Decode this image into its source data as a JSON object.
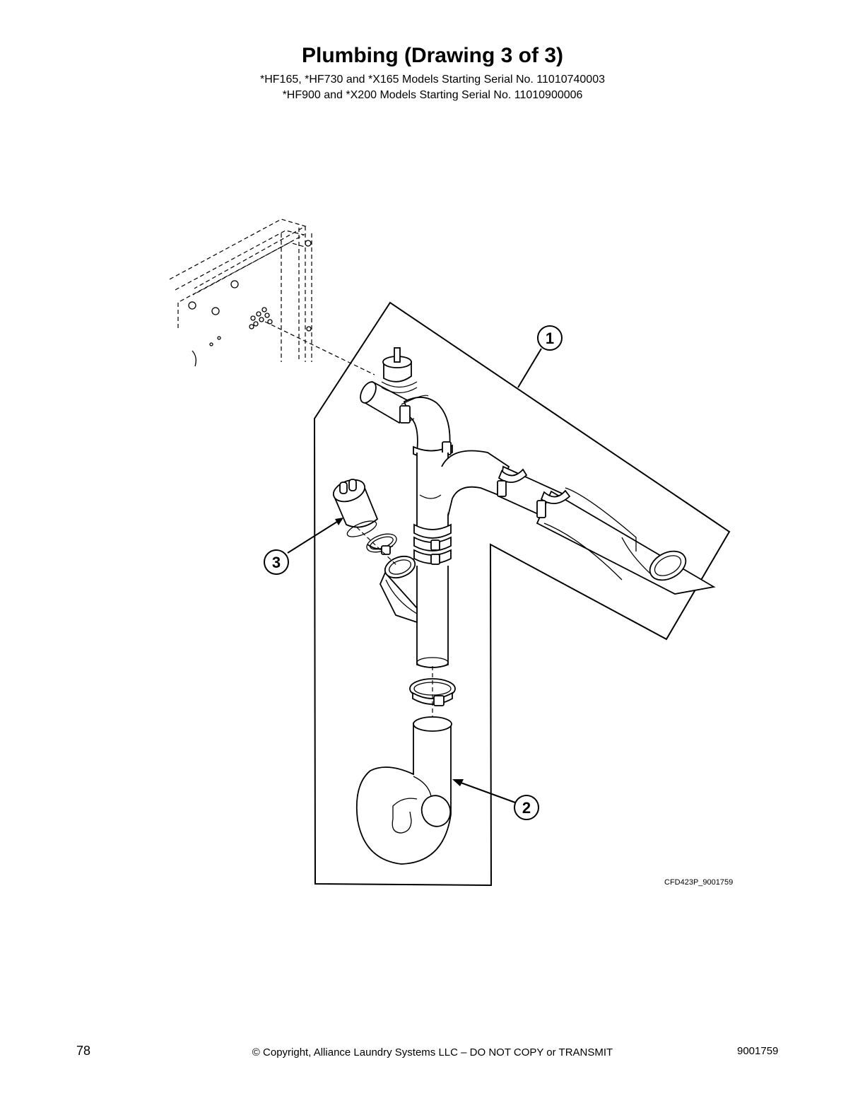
{
  "header": {
    "title": "Plumbing (Drawing 3 of 3)",
    "subtitle_line1": "*HF165, *HF730 and *X165 Models Starting Serial No. 11010740003",
    "subtitle_line2": "*HF900 and *X200 Models Starting Serial No. 11010900006"
  },
  "diagram": {
    "callouts": [
      {
        "number": "1"
      },
      {
        "number": "2"
      },
      {
        "number": "3"
      }
    ],
    "reference_code": "CFD423P_9001759"
  },
  "footer": {
    "page_number": "78",
    "copyright": "© Copyright, Alliance Laundry Systems LLC – DO NOT COPY or TRANSMIT",
    "document_number": "9001759"
  }
}
